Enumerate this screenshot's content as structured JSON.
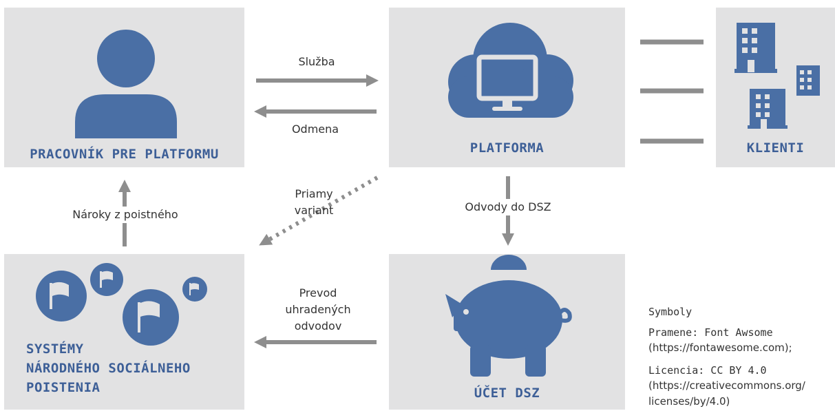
{
  "boxes": {
    "worker": "PRACOVNÍK PRE PLATFORMU",
    "platform": "PLATFORMA",
    "clients": "KLIENTI",
    "systems_line1": "SYSTÉMY",
    "systems_line2": "NÁRODNÉHO SOCIÁLNEHO",
    "systems_line3": "POISTENIA",
    "account": "ÚČET DSZ"
  },
  "arrows": {
    "service": "Služba",
    "reward": "Odmena",
    "direct_line1": "Priamy",
    "direct_line2": "variant",
    "contributions": "Odvody do DSZ",
    "claims": "Nároky z poistného",
    "transfer_line1": "Prevod",
    "transfer_line2": "uhradených",
    "transfer_line3": "odvodov"
  },
  "source": {
    "heading": "Symboly",
    "source_label": "Pramene: Font Awsome",
    "source_url": "(https://fontawesome.com);",
    "license_label": "Licencia: CC BY 4.0",
    "license_url_line1": "(https://creativecommons.org/",
    "license_url_line2": "licenses/by/4.0)"
  },
  "icons": [
    "user-icon",
    "cloud-monitor-icon",
    "buildings-icon",
    "flag-circles-icon",
    "piggy-bank-icon"
  ],
  "colors": {
    "box_bg": "#e2e2e3",
    "icon_blue": "#4a6fa5",
    "title_blue": "#3d5f97",
    "arrow_gray": "#8e8e8e"
  }
}
